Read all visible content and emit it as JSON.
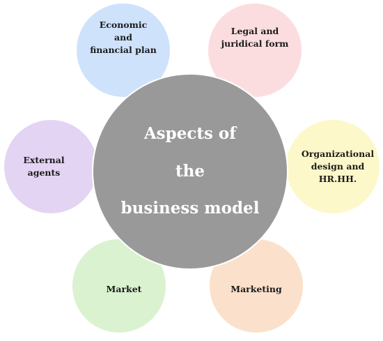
{
  "diagram": {
    "center": {
      "lines": [
        "Aspects of",
        "the",
        "business model"
      ],
      "color": "#999999"
    },
    "nodes": [
      {
        "id": "econ",
        "label": "Economic\nand\nfinancial plan",
        "color": "#cfe2fb"
      },
      {
        "id": "legal",
        "label": "Legal and\njuridical form",
        "color": "#fbdde0"
      },
      {
        "id": "org",
        "label": "Organizational\ndesign and\nHR.HH.",
        "color": "#fdf8c9"
      },
      {
        "id": "mkting",
        "label": "Marketing",
        "color": "#fbe1cb"
      },
      {
        "id": "market",
        "label": "Market",
        "color": "#daf2d0"
      },
      {
        "id": "agents",
        "label": "External\nagents",
        "color": "#e4d4f4"
      }
    ]
  }
}
